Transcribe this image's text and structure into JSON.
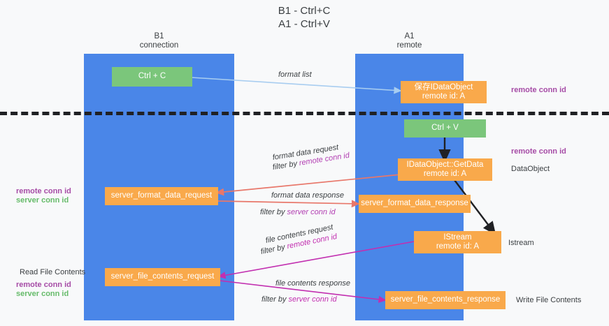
{
  "title": "B1 - Ctrl+C\nA1 - Ctrl+V",
  "lanes": [
    {
      "name": "b1",
      "header": "B1\nconnection"
    },
    {
      "name": "a1",
      "header": "A1\nremote"
    }
  ],
  "nodes": [
    {
      "id": "ctrl-c",
      "line1": "Ctrl + C",
      "line2": "",
      "color": "green"
    },
    {
      "id": "save-idataobject",
      "line1": "保存IDataObject",
      "line2": "remote id: A",
      "color": "orange"
    },
    {
      "id": "ctrl-v",
      "line1": "Ctrl + V",
      "line2": "",
      "color": "green"
    },
    {
      "id": "idataobject-getdata",
      "line1": "IDataObject::GetData",
      "line2": "remote id: A",
      "color": "orange"
    },
    {
      "id": "server-format-data-request",
      "line1": "server_format_data_request",
      "line2": "",
      "color": "orange"
    },
    {
      "id": "server-format-data-response",
      "line1": "server_format_data_response",
      "line2": "",
      "color": "orange"
    },
    {
      "id": "istream",
      "line1": "IStream",
      "line2": "remote id: A",
      "color": "orange"
    },
    {
      "id": "server-file-contents-request",
      "line1": "server_file_contents_request",
      "line2": "",
      "color": "orange"
    },
    {
      "id": "server-file-contents-response",
      "line1": "server_file_contents_response",
      "line2": "",
      "color": "orange"
    }
  ],
  "edge_labels": {
    "format_list": "format list",
    "format_data_request": "format data request",
    "format_data_request_filter_prefix": "filter by ",
    "format_data_request_filter_key": "remote conn id",
    "format_data_response": "format data response",
    "format_data_response_filter_prefix": "filter by ",
    "format_data_response_filter_key": "server conn id",
    "file_contents_request": "file contents request",
    "file_contents_request_filter_prefix": "filter by ",
    "file_contents_request_filter_key": "remote conn id",
    "file_contents_response": "file contents response",
    "file_contents_response_filter_prefix": "filter by ",
    "file_contents_response_filter_key": "server conn id"
  },
  "annotations": {
    "right_remote_conn_id_top": "remote conn id",
    "right_remote_conn_id_mid": "remote conn id",
    "right_dataobject": "DataObject",
    "right_istream": "Istream",
    "right_write_file_contents": "Write File Contents",
    "left_read_file_contents": "Read File Contents",
    "left_remote_conn_id_a": "remote conn id",
    "left_server_conn_id_a": "server conn id",
    "left_remote_conn_id_b": "remote conn id",
    "left_server_conn_id_b": "server conn id"
  },
  "colors": {
    "lane": "#4a86e8",
    "node_orange": "#f9a94b",
    "node_green": "#7bc67b",
    "purple": "#a64ca6",
    "green_text": "#66bb6a",
    "magenta": "#c22fb0",
    "arrow_blue": "#a8cdf0",
    "arrow_red": "#e8776a",
    "arrow_black": "#202124",
    "background": "#f8f9fa"
  }
}
